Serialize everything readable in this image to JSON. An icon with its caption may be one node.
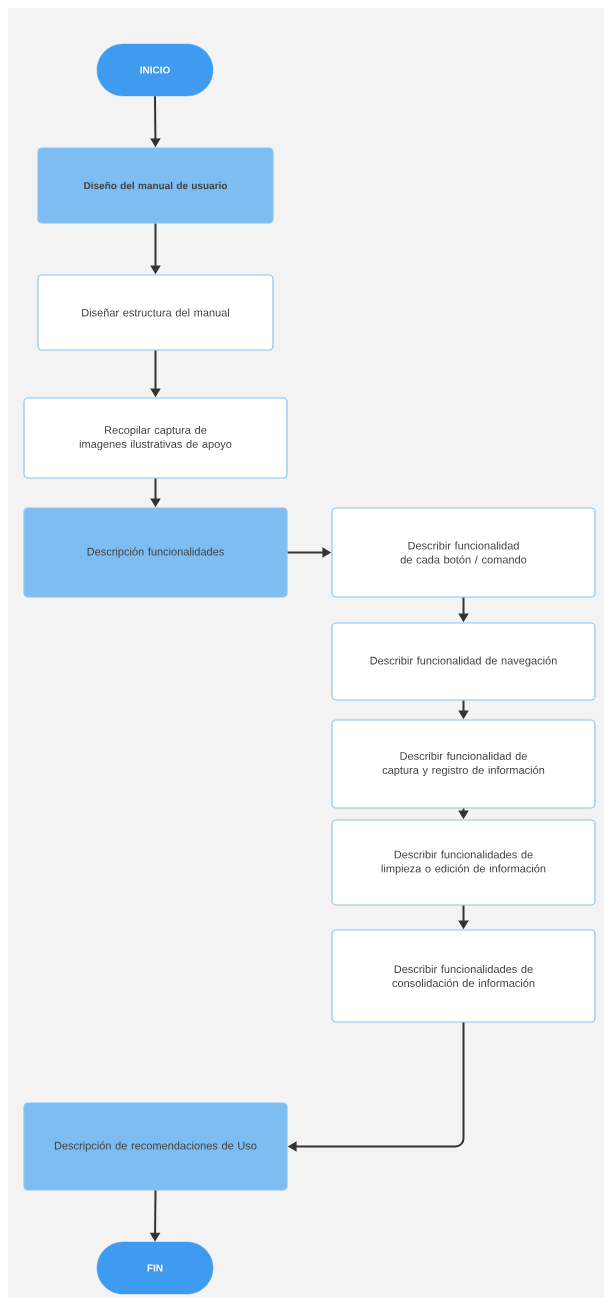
{
  "diagram": {
    "nodes": [
      {
        "text": [
          "INICIO"
        ]
      },
      {
        "text": [
          "Diseño del manual de usuario"
        ]
      },
      {
        "text": [
          "Diseñar estructura del manual"
        ]
      },
      {
        "text": [
          "Recopilar captura de imagenes ilustrativas de apoyo"
        ]
      },
      {
        "text": [
          "Descripción funcionalidades"
        ]
      },
      {
        "text": [
          "Describir funcionalidad de cada botón /  comando"
        ]
      },
      {
        "text": [
          "Describir funcionalidad de navegación"
        ]
      },
      {
        "text": [
          "Describir funcionalidad de captura y registro de información"
        ]
      },
      {
        "text": [
          "Describir funcionalidades de limpieza o edición de información"
        ]
      },
      {
        "text": [
          "Describir funcionalidades de consolidación de información"
        ]
      },
      {
        "text": [
          "Descripción de recomendaciones de Uso"
        ]
      },
      {
        "text": [
          "FIN"
        ]
      }
    ],
    "edges": [
      {
        "from": 0,
        "to": 1,
        "arrow": "to"
      },
      {
        "from": 1,
        "to": 2,
        "arrow": "to"
      },
      {
        "from": 2,
        "to": 3,
        "arrow": "to"
      },
      {
        "from": 3,
        "to": 4,
        "arrow": "to"
      },
      {
        "from": 4,
        "to": 5,
        "arrow": "to"
      },
      {
        "from": 5,
        "to": 6,
        "arrow": "to"
      },
      {
        "from": 6,
        "to": 7,
        "arrow": "to"
      },
      {
        "from": 7,
        "to": 8,
        "arrow": "to"
      },
      {
        "from": 8,
        "to": 9,
        "arrow": "to"
      },
      {
        "from": 9,
        "to": 10,
        "arrow": "to"
      },
      {
        "from": 10,
        "to": 11,
        "arrow": "to"
      }
    ]
  }
}
